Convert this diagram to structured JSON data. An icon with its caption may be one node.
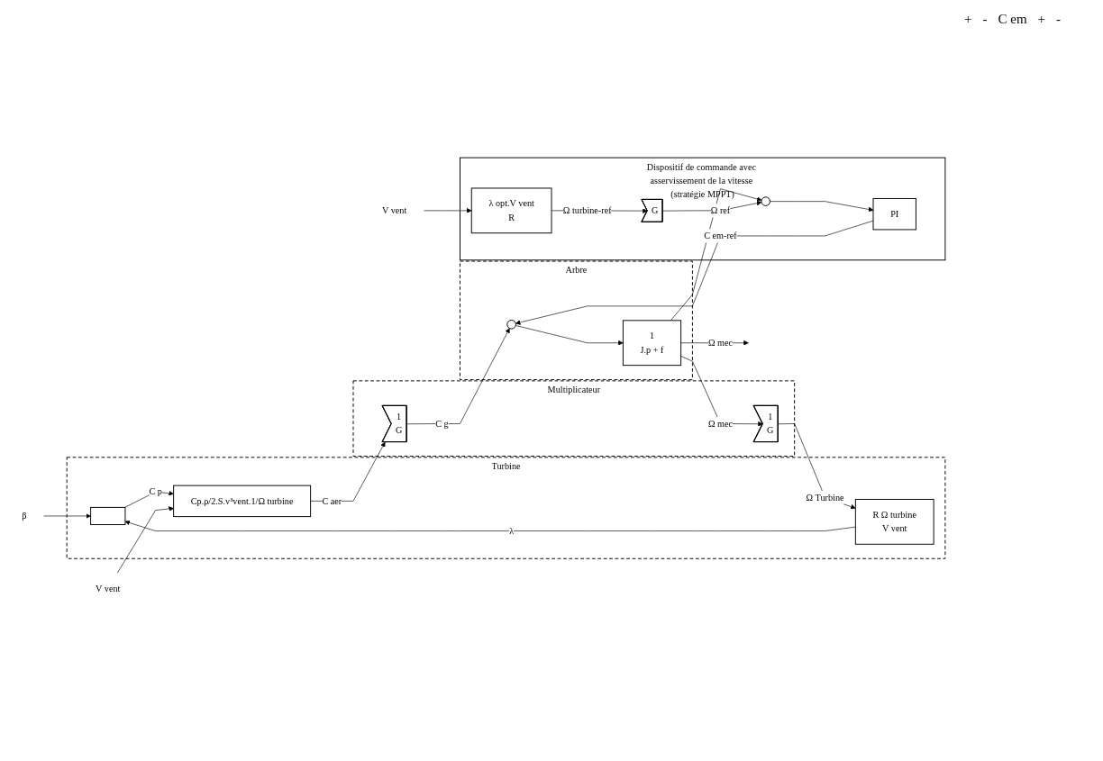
{
  "diagram": {
    "nodes": [
      {
        "text": [
          "Turbine"
        ]
      },
      {
        "text": [
          "β"
        ]
      },
      {
        "text": [],
        "shape": "box",
        "in": 0
      },
      {
        "text": [
          "R Ω turbine",
          "V vent"
        ],
        "in": 0
      },
      {
        "text": [
          "V vent"
        ]
      },
      {
        "text": [
          "Cp.ρ/2.S.v³vent.1/Ω turbine"
        ],
        "in": 0
      },
      {
        "text": [
          "Multiplicateur"
        ]
      },
      {
        "text": [
          "1",
          "G"
        ],
        "in": 6
      },
      {
        "text": [
          "1",
          "G"
        ],
        "in": 6
      },
      {
        "text": [
          "Arbre"
        ]
      },
      {
        "text": [],
        "shape": "circle",
        "in": 9
      },
      {
        "text": [
          "1",
          "J.p + f"
        ],
        "in": 9
      },
      {
        "text": [
          "Dispositif de commande avec asservissement de la vitesse (stratégie MPPT)"
        ]
      },
      {
        "text": [
          "V vent"
        ]
      },
      {
        "text": [
          "λ opt.V vent",
          "R"
        ],
        "in": 12
      },
      {
        "text": [
          "G"
        ],
        "in": 12
      },
      {
        "text": [],
        "shape": "circle",
        "in": 12
      },
      {
        "text": [
          "PI"
        ],
        "in": 12
      }
    ],
    "edges": [
      {
        "from": 1,
        "to": 2,
        "arrow": "to"
      },
      {
        "from": 3,
        "to": 2,
        "arrow": "to",
        "label": "λ"
      },
      {
        "from": 7,
        "to": 3,
        "arrow": "to",
        "label": "Ω Turbine"
      },
      {
        "from": 2,
        "to": 5,
        "arrow": "to",
        "label": "C p"
      },
      {
        "from": 4,
        "to": 5,
        "arrow": "to"
      },
      {
        "from": 5,
        "to": 8,
        "arrow": "to",
        "label": "C aer"
      },
      {
        "from": 8,
        "to": 10,
        "arrow": "to",
        "label": "C g"
      },
      {
        "from": 10,
        "to": 11,
        "arrow": "to"
      },
      {
        "from": 11,
        "to": null,
        "arrow": "to",
        "label": "Ω mec"
      },
      {
        "from": 11,
        "to": 7,
        "arrow": "to",
        "label": "Ω mec"
      },
      {
        "from": 11,
        "to": 16,
        "arrow": "to"
      },
      {
        "from": 13,
        "to": 14,
        "arrow": "to"
      },
      {
        "from": 14,
        "to": 15,
        "arrow": "to",
        "label": "Ω turbine-ref"
      },
      {
        "from": 15,
        "to": 16,
        "arrow": "to",
        "label": "Ω ref"
      },
      {
        "from": 16,
        "to": 17,
        "arrow": "to"
      },
      {
        "from": 17,
        "to": 10,
        "arrow": "to",
        "label": "C em-ref"
      }
    ],
    "labels": [
      "+",
      "-",
      "C em",
      "+",
      "-"
    ]
  }
}
